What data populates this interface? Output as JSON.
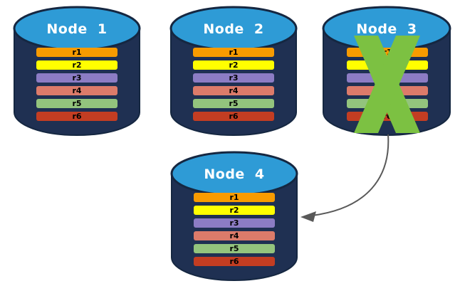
{
  "diagram": {
    "description": "Replicated database nodes with failed node and failover arrow"
  },
  "colors": {
    "background": "#FFFFFF",
    "cylinder_body": "#1F3052",
    "cylinder_edge": "#152741",
    "cylinder_top": "#2E9BD6",
    "node_label_text": "#FFFFFF",
    "row_text": "#000000",
    "x_mark": "#7CC142",
    "arrow": "#595959"
  },
  "icons": {
    "failure_cross": "x-mark-icon",
    "failover_arrow": "curved-arrow-icon",
    "node_shape": "database-cylinder-icon"
  },
  "nodes": [
    {
      "label": "Node 1",
      "rows": [
        {
          "label": "r1",
          "color": "#F89B00"
        },
        {
          "label": "r2",
          "color": "#FFFF00"
        },
        {
          "label": "r3",
          "color": "#8C7CC4"
        },
        {
          "label": "r4",
          "color": "#DC7B6A"
        },
        {
          "label": "r5",
          "color": "#93C47D"
        },
        {
          "label": "r6",
          "color": "#C33D22"
        }
      ]
    },
    {
      "label": "Node 2",
      "rows": [
        {
          "label": "r1",
          "color": "#F89B00"
        },
        {
          "label": "r2",
          "color": "#FFFF00"
        },
        {
          "label": "r3",
          "color": "#8C7CC4"
        },
        {
          "label": "r4",
          "color": "#DC7B6A"
        },
        {
          "label": "r5",
          "color": "#93C47D"
        },
        {
          "label": "r6",
          "color": "#C33D22"
        }
      ]
    },
    {
      "label": "Node 3",
      "failed": true,
      "rows": [
        {
          "label": "r1",
          "color": "#F89B00"
        },
        {
          "label": "r2",
          "color": "#FFFF00"
        },
        {
          "label": "r3",
          "color": "#8C7CC4"
        },
        {
          "label": "r4",
          "color": "#DC7B6A"
        },
        {
          "label": "r5",
          "color": "#93C47D"
        },
        {
          "label": "r6",
          "color": "#C33D22"
        }
      ]
    },
    {
      "label": "Node 4",
      "rows": [
        {
          "label": "r1",
          "color": "#F89B00"
        },
        {
          "label": "r2",
          "color": "#FFFF00"
        },
        {
          "label": "r3",
          "color": "#8C7CC4"
        },
        {
          "label": "r4",
          "color": "#DC7B6A"
        },
        {
          "label": "r5",
          "color": "#93C47D"
        },
        {
          "label": "r6",
          "color": "#C33D22"
        }
      ]
    }
  ]
}
